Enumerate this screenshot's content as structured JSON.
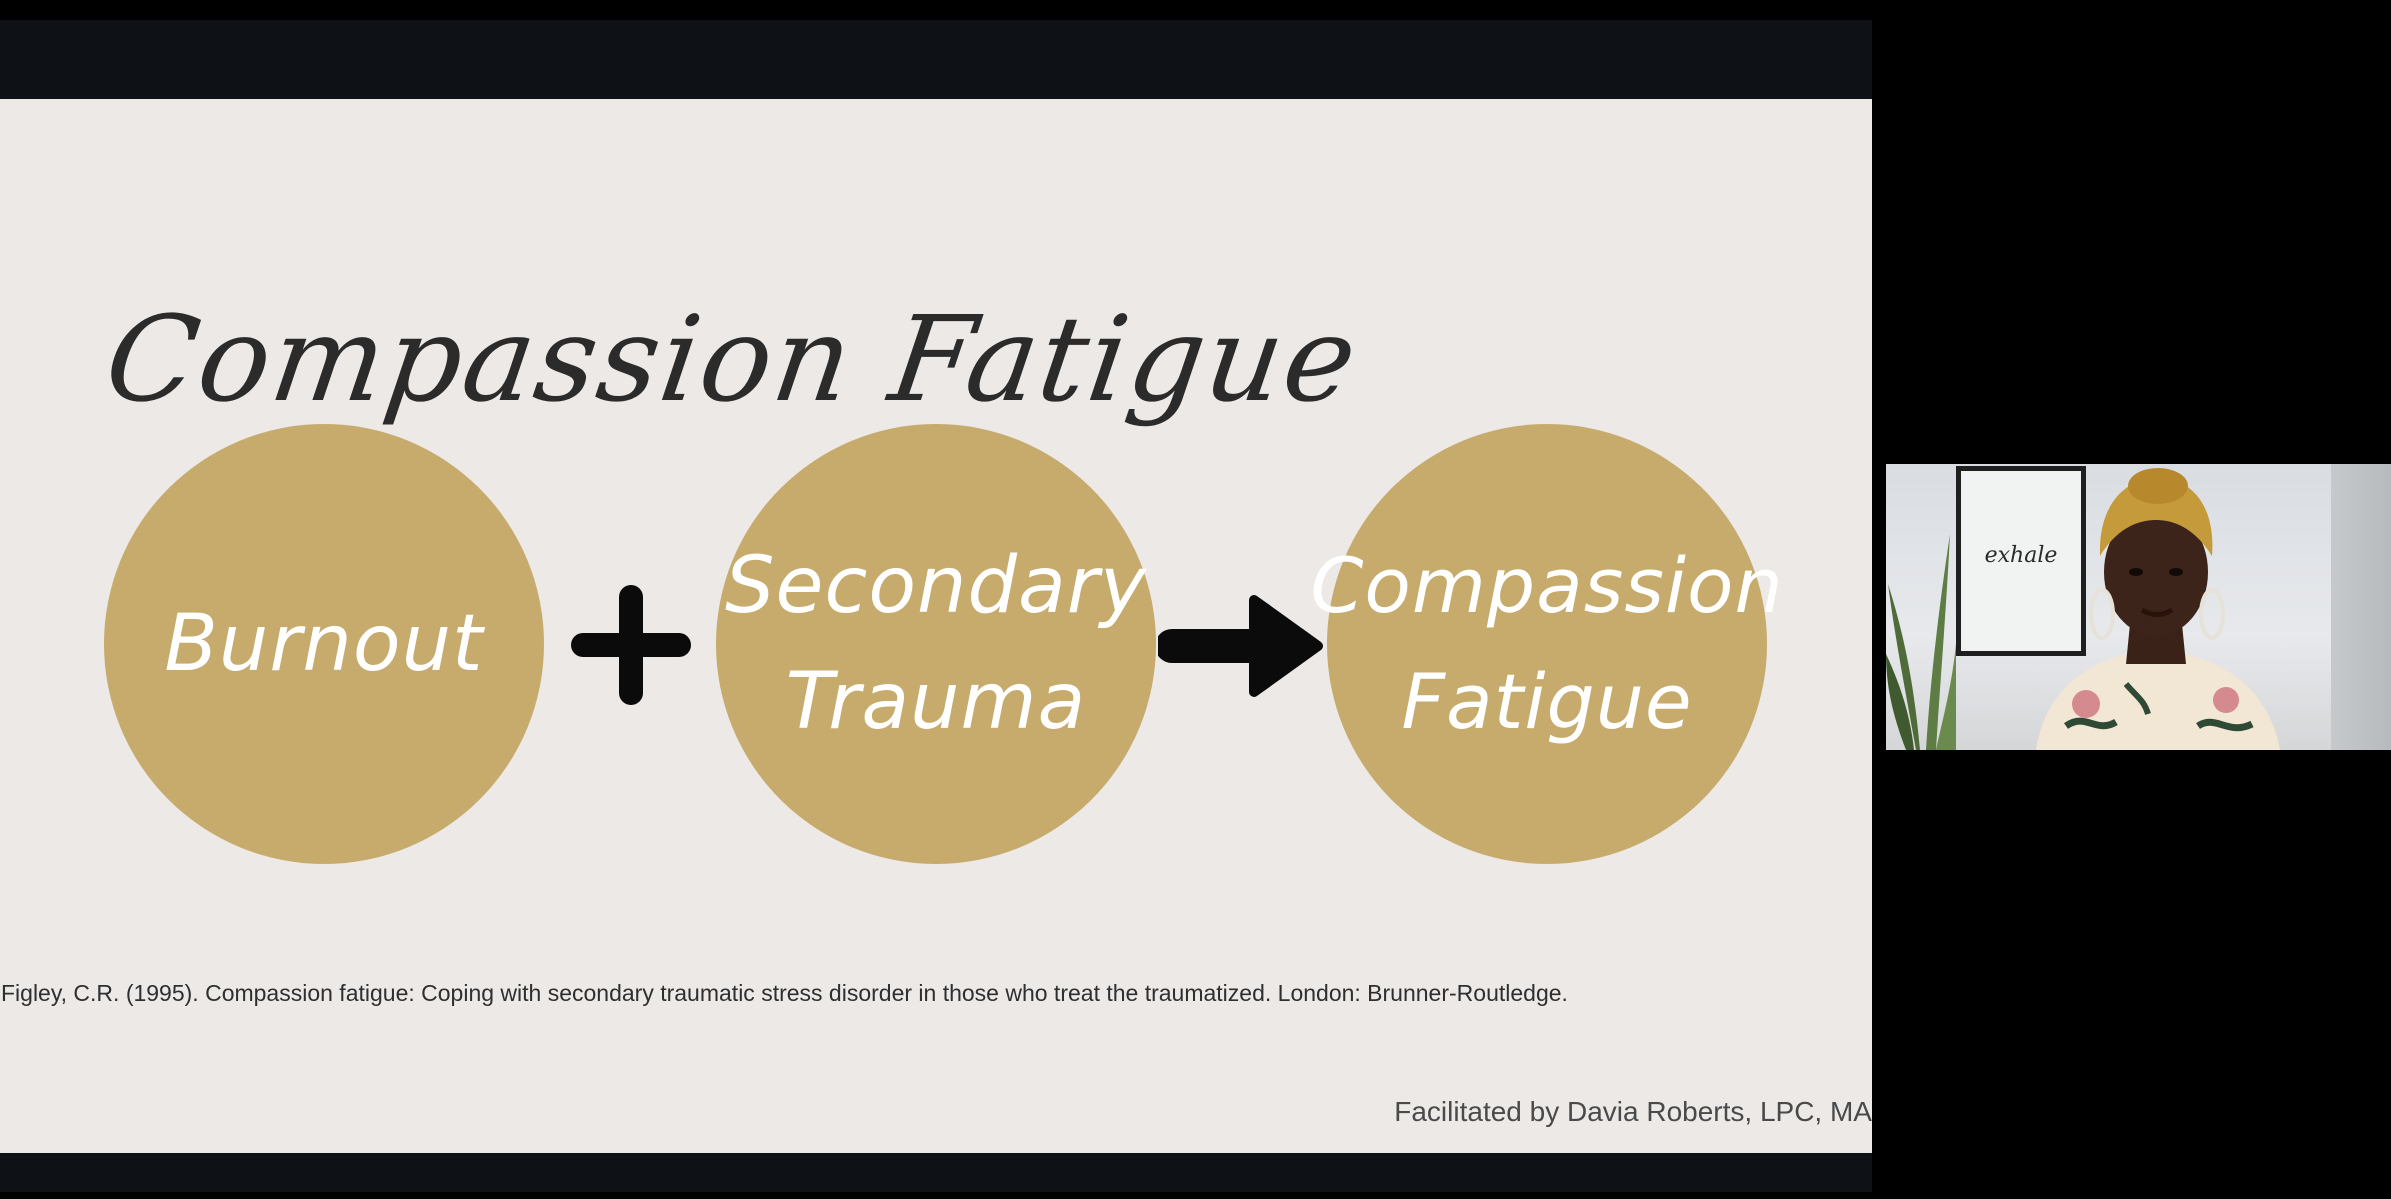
{
  "slide": {
    "title": "Compassion Fatigue",
    "circles": [
      {
        "lines": [
          "Burnout"
        ]
      },
      {
        "lines": [
          "Secondary",
          "Trauma"
        ]
      },
      {
        "lines": [
          "Compassion",
          "Fatigue"
        ]
      }
    ],
    "operator_icons": [
      "plus-icon",
      "arrow-right-icon"
    ],
    "citation": "Figley, C.R. (1995). Compassion fatigue: Coping with secondary traumatic stress disorder in those who treat the traumatized. London: Brunner-Routledge.",
    "facilitator": "Facilitated by Davia Roberts, LPC, MA"
  },
  "webcam": {
    "wall_art_text": "exhale"
  },
  "colors": {
    "slide_background": "#ece9e6",
    "circle_fill": "#c6ab6c",
    "circle_text": "#ffffff",
    "frame_bar": "#0e1116",
    "outer_background": "#000000"
  }
}
